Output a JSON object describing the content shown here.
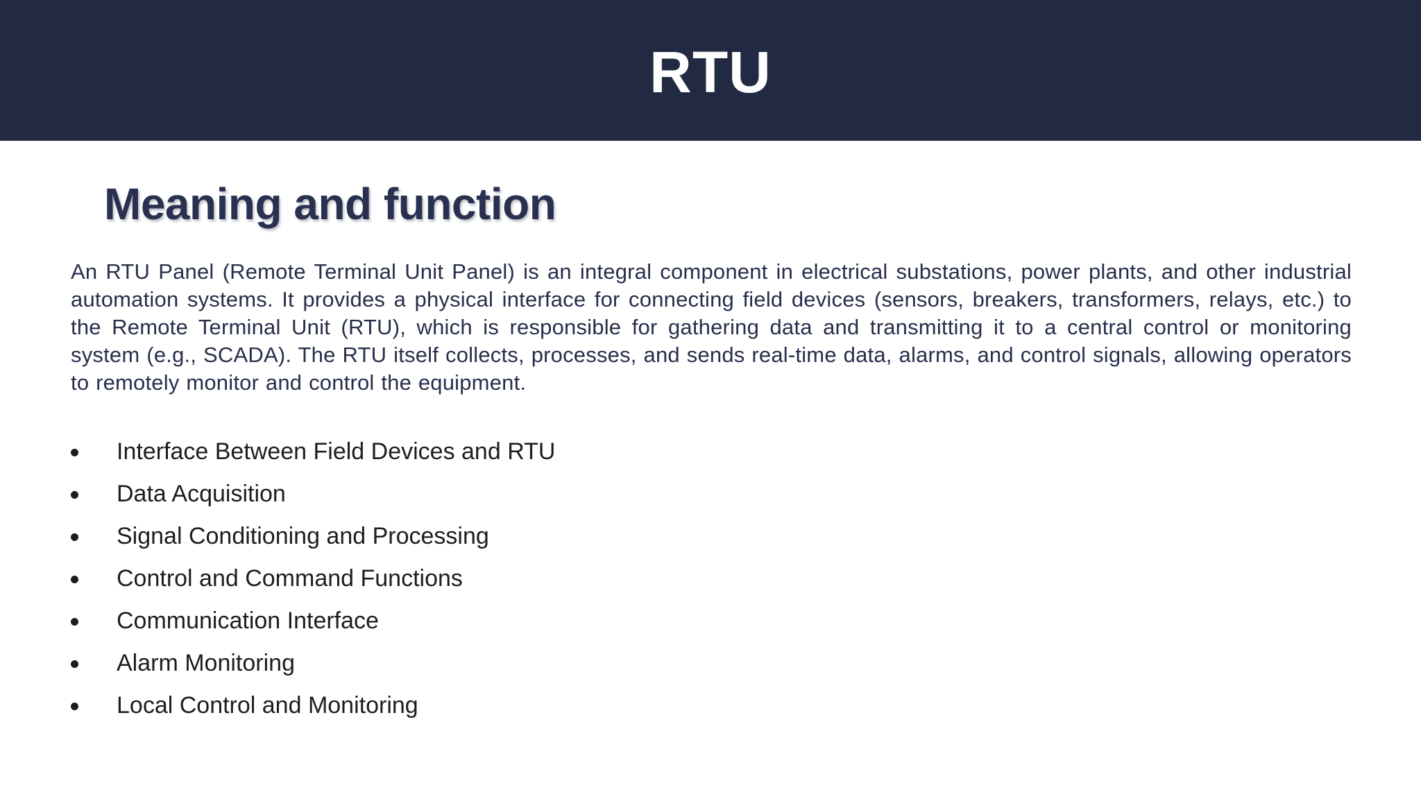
{
  "slide": {
    "header": {
      "title": "RTU"
    },
    "heading": "Meaning and function",
    "paragraph": "An RTU Panel (Remote Terminal Unit Panel) is an integral component in electrical substations, power plants, and other industrial automation systems. It provides a physical interface for connecting field devices (sensors, breakers, transformers, relays, etc.) to the Remote Terminal Unit (RTU), which is responsible for gathering data and transmitting it to a central control or monitoring system (e.g., SCADA). The RTU itself collects, processes, and sends real-time data, alarms, and control signals, allowing operators to remotely monitor and control the equipment.",
    "bullets": [
      "Interface Between Field Devices and RTU",
      "Data Acquisition",
      "Signal Conditioning and Processing",
      "Control and Command Functions",
      "Communication Interface",
      "Alarm Monitoring",
      "Local Control and Monitoring"
    ]
  },
  "colors": {
    "header_bg": "#212A42",
    "title_text": "#FFFFFF",
    "heading_text": "#2A3150",
    "paragraph_text": "#272E4B",
    "bullet_text": "#1D1D1D",
    "page_bg": "#FFFFFF"
  }
}
